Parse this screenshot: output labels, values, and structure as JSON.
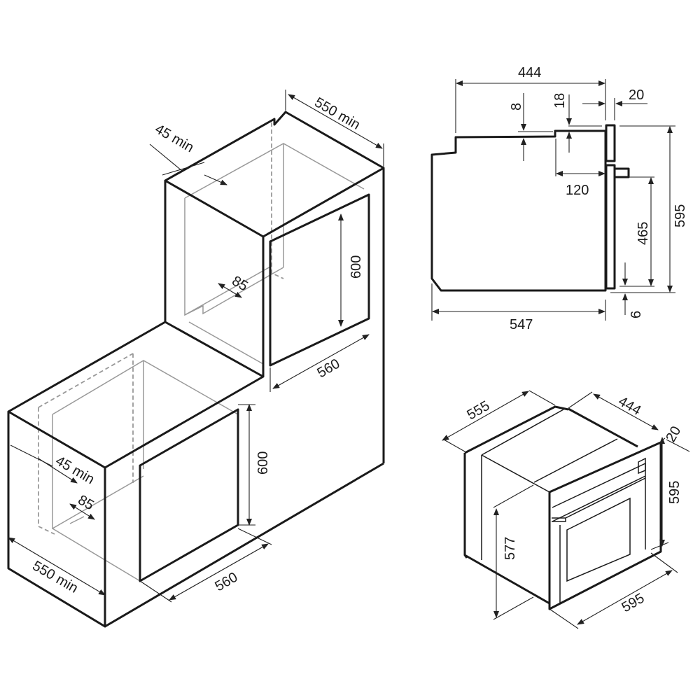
{
  "cabinet_view": {
    "upper_depth": "550 min",
    "upper_gap": "45 min",
    "upper_height": "600",
    "upper_vent": "85",
    "upper_width": "560",
    "lower_gap": "45 min",
    "lower_vent": "85",
    "lower_height": "600",
    "lower_depth": "550 min",
    "lower_width": "560"
  },
  "side_view": {
    "depth_top": "444",
    "step": "8",
    "step2": "18",
    "door": "20",
    "panel": "120",
    "height": "595",
    "knob_height": "465",
    "bottom_offset": "6",
    "depth_total": "547"
  },
  "perspective_view": {
    "depth": "555",
    "body_depth": "444",
    "door": "20",
    "height": "595",
    "body_height": "577",
    "width": "595"
  }
}
